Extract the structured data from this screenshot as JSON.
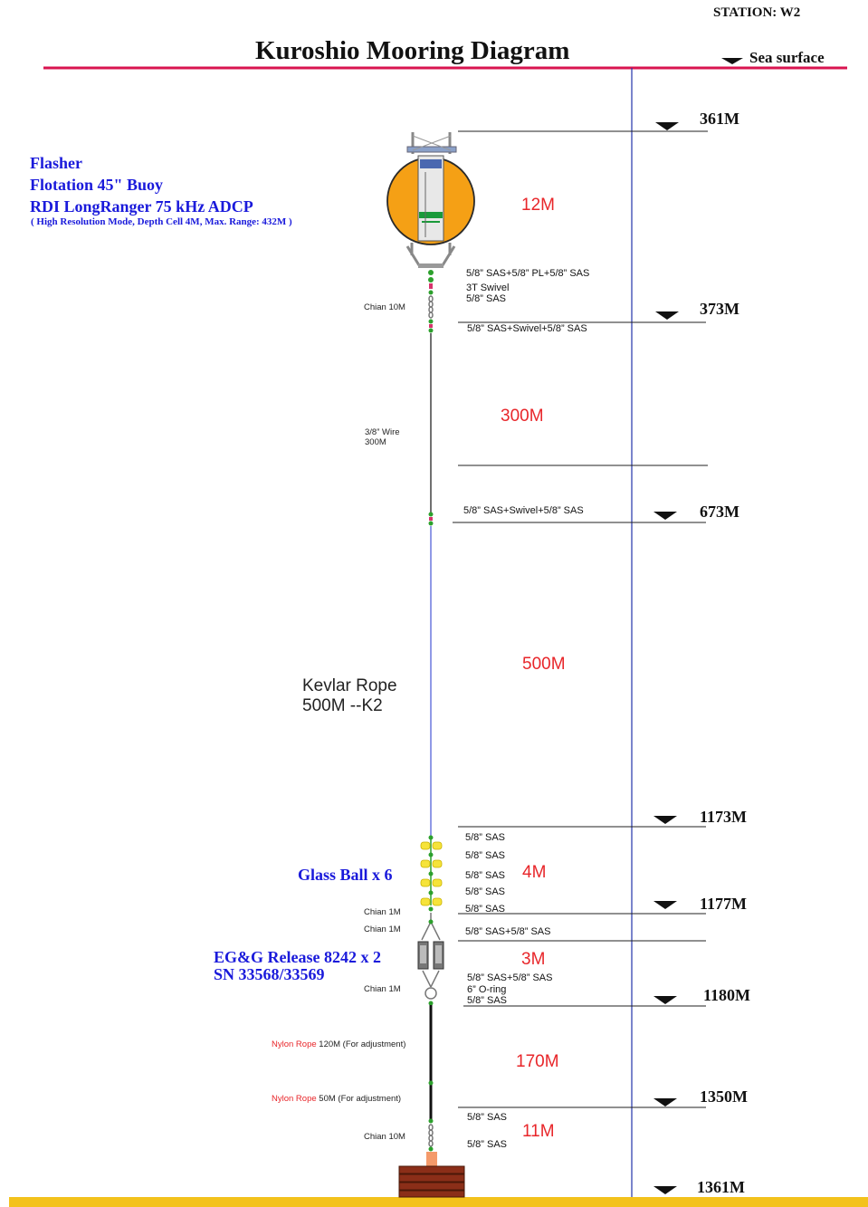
{
  "header": {
    "station": "STATION: W2",
    "title": "Kuroshio Mooring Diagram",
    "sea_surface": "Sea surface"
  },
  "depths": [
    "361M",
    "373M",
    "673M",
    "1173M",
    "1177M",
    "1180M",
    "1350M",
    "1361M"
  ],
  "segments": [
    "12M",
    "300M",
    "500M",
    "4M",
    "3M",
    "170M",
    "11M"
  ],
  "instruments": {
    "flasher": "Flasher",
    "flotation": "Flotation 45\" Buoy",
    "adcp": "RDI LongRanger 75 kHz ADCP",
    "adcp_note": "( High Resolution Mode, Depth Cell 4M, Max. Range: 432M )",
    "glass_ball": "Glass Ball x 6",
    "release": "EG&G Release 8242  x 2",
    "release_sn": "SN 33568/33569"
  },
  "connectors": {
    "buoy_bottom_1": "5/8” SAS+5/8” PL+5/8” SAS",
    "buoy_bottom_2": "3T Swivel",
    "buoy_bottom_3": "5/8”  SAS",
    "at_373": "5/8”  SAS+Swivel+5/8”  SAS",
    "at_673": "5/8”  SAS+Swivel+5/8”  SAS",
    "gb_1": "5/8”  SAS",
    "gb_2": "5/8”  SAS",
    "gb_3": "5/8”  SAS",
    "gb_4": "5/8”  SAS",
    "gb_5": "5/8”  SAS",
    "rel_top": "5/8”  SAS+5/8”  SAS",
    "rel_bot_1": "5/8”  SAS+5/8”  SAS",
    "rel_bot_2": "6”  O-ring",
    "rel_bot_3": "5/8”  SAS",
    "anchor_1": "5/8”  SAS",
    "anchor_2": "5/8”  SAS"
  },
  "line_labels": {
    "chain_10m_top": "Chian 10M",
    "wire_1": "3/8”  Wire",
    "wire_2": "300M",
    "kevlar_1": "Kevlar Rope",
    "kevlar_2": "500M --K2",
    "chain_1m_a": "Chian 1M",
    "chain_1m_b": "Chian 1M",
    "chain_1m_c": "Chian 1M",
    "nylon_120_red": "Nylon Rope",
    "nylon_120_rest": " 120M (For adjustment)",
    "nylon_50_red": "Nylon Rope",
    "nylon_50_rest": " 50M (For adjustment)",
    "chain_10m_bot": "Chian 10M"
  }
}
